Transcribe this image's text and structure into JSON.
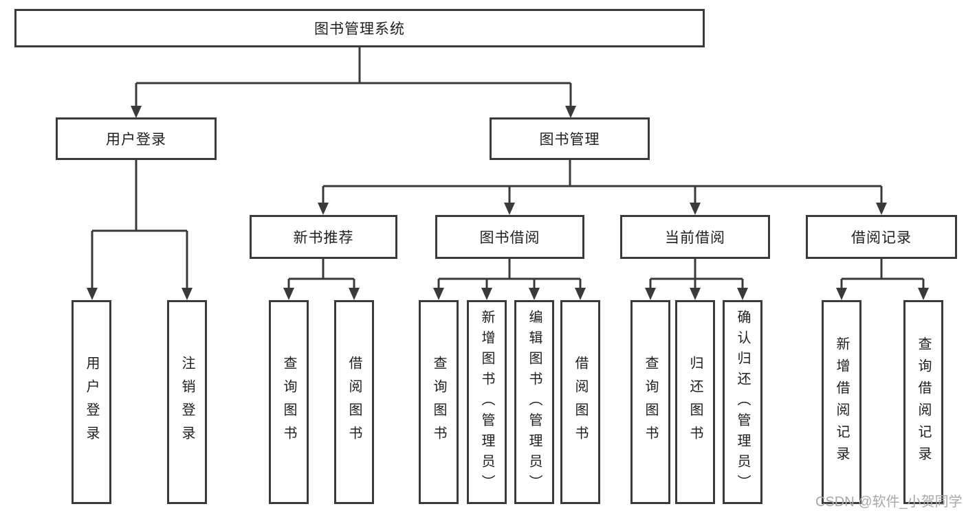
{
  "colors": {
    "line": "#3a3a3a",
    "box_border": "#3a3a3a",
    "text": "#1e1e1e",
    "watermark": "#a8a8a8",
    "background": "#ffffff"
  },
  "watermark": "CSDN @软件_小贺同学",
  "tree": {
    "root": {
      "label": "图书管理系统"
    },
    "user_login": {
      "label": "用户登录",
      "children": [
        {
          "label": "用户登录"
        },
        {
          "label": "注销登录"
        }
      ]
    },
    "book_mgmt": {
      "label": "图书管理",
      "children": [
        {
          "label": "新书推荐",
          "children": [
            {
              "label": "查询图书"
            },
            {
              "label": "借阅图书"
            }
          ]
        },
        {
          "label": "图书借阅",
          "children": [
            {
              "label": "查询图书"
            },
            {
              "label": "新增图书（管理员）"
            },
            {
              "label": "编辑图书（管理员）"
            },
            {
              "label": "借阅图书"
            }
          ]
        },
        {
          "label": "当前借阅",
          "children": [
            {
              "label": "查询图书"
            },
            {
              "label": "归还图书"
            },
            {
              "label": "确认归还（管理员）"
            }
          ]
        },
        {
          "label": "借阅记录",
          "children": [
            {
              "label": "新增借阅记录"
            },
            {
              "label": "查询借阅记录"
            }
          ]
        }
      ]
    }
  }
}
